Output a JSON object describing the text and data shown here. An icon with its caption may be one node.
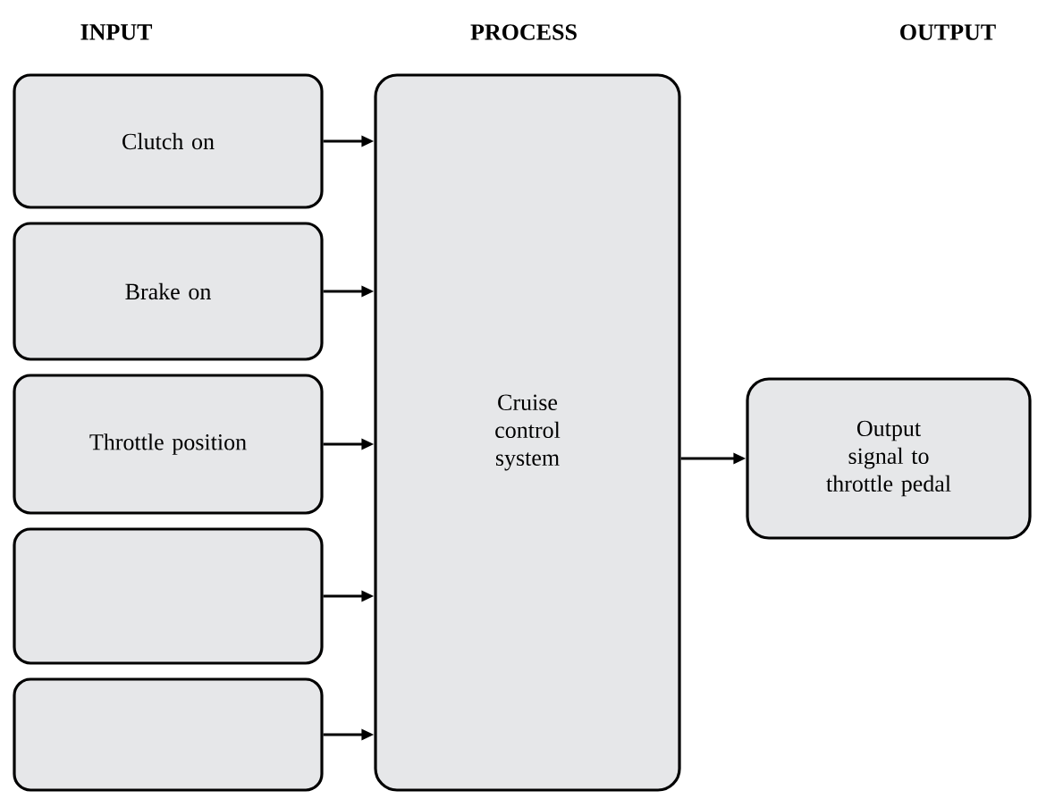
{
  "diagram": {
    "nodes": [
      {
        "text": [
          "Clutch on"
        ]
      },
      {
        "text": [
          "Brake on"
        ]
      },
      {
        "text": [
          "Throttle position"
        ]
      },
      {
        "text": [],
        "shape": "box"
      },
      {
        "text": [],
        "shape": "box"
      },
      {
        "text": [
          "Cruise control system"
        ]
      },
      {
        "text": [
          "Output signal to throttle pedal"
        ]
      }
    ],
    "edges": [
      {
        "from": 0,
        "to": 5,
        "arrow": "to"
      },
      {
        "from": 1,
        "to": 5,
        "arrow": "to"
      },
      {
        "from": 2,
        "to": 5,
        "arrow": "to"
      },
      {
        "from": 3,
        "to": 5,
        "arrow": "to"
      },
      {
        "from": 4,
        "to": 5,
        "arrow": "to"
      },
      {
        "from": 5,
        "to": 6,
        "arrow": "to"
      }
    ],
    "labels": [
      "INPUT",
      "PROCESS",
      "OUTPUT"
    ]
  }
}
